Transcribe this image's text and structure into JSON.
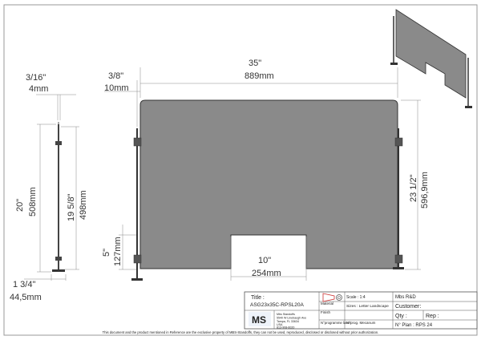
{
  "dimensions": {
    "thickness_in": "3/16\"",
    "thickness_mm": "4mm",
    "offset_in": "3/8\"",
    "offset_mm": "10mm",
    "width_in": "35\"",
    "width_mm": "889mm",
    "overall_h_in": "20\"",
    "overall_h_mm": "508mm",
    "panel_h_in": "19 5/8\"",
    "panel_h_mm": "498mm",
    "base_in": "1 3/4\"",
    "base_mm": "44,5mm",
    "right_h_in": "23 1/2\"",
    "right_h_mm": "596,9mm",
    "cutout_h_in": "5\"",
    "cutout_h_mm": "127mm",
    "cutout_w_in": "10\"",
    "cutout_w_mm": "254mm"
  },
  "title_block": {
    "title_label": "Title :",
    "title_value": "ASG23x35C-RPSL20A",
    "logo_text": "MS",
    "company_lines": [
      "Mbs Standoffs",
      "5540 W Linebaugh Ave",
      "Tampa, FL 33634",
      "USA",
      "813-908-6020"
    ],
    "material_label": "Material",
    "finish_label": "Finish",
    "prog_label": "N°programme laser",
    "scale": "Scale : 1:4",
    "sizes": "Sizes : Letter Landscape",
    "prog_meca": "N°prog. Mecanum",
    "department": "Mbs R&D",
    "customer": "Customer:",
    "qty": "Qty :",
    "rep": "Rep :",
    "plan": "N° Plan : RPS 24"
  },
  "disclaimer": "This document and the product mentioned in Reference are the exclusive property of MBS-Standoffs, they can not be used, reproduced, disclosed or disclosed without prior authorization.",
  "colors": {
    "panel_fill": "#8a8a8a",
    "stroke": "#333333",
    "disclaimer_red": "#d93a2a",
    "logo_blue": "#2a6fb8"
  }
}
